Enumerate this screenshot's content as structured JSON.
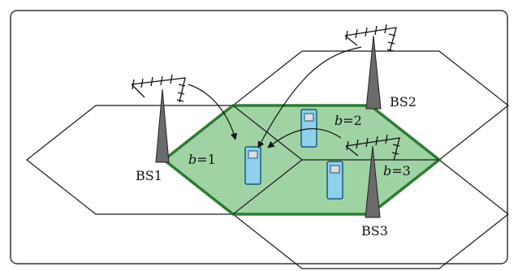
{
  "diagram": {
    "base_stations": [
      {
        "id": "bs1",
        "label": "BS1"
      },
      {
        "id": "bs2",
        "label": "BS2"
      },
      {
        "id": "bs3",
        "label": "BS3"
      }
    ],
    "regions": [
      {
        "id": "r1",
        "var": "b",
        "eq": "=",
        "num": "1"
      },
      {
        "id": "r2",
        "var": "b",
        "eq": "=",
        "num": "2"
      },
      {
        "id": "r3",
        "var": "b",
        "eq": "=",
        "num": "3"
      }
    ],
    "colors": {
      "overlap_fill": "#9fd3a4",
      "overlap_stroke": "#2e7d32",
      "cell_stroke": "#1a1a1a",
      "tower_fill": "#6b6b6b",
      "device_fill": "#8fd0ec",
      "device_stroke": "#1a5a7a"
    }
  }
}
